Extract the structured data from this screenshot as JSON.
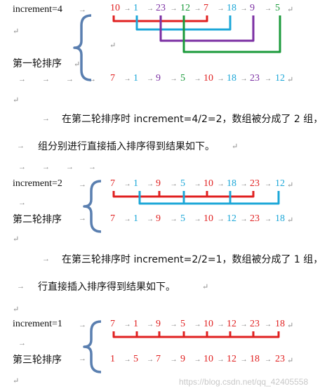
{
  "colors": {
    "red": "#e02020",
    "blue": "#1ca7d8",
    "purple": "#7b2fa3",
    "green": "#1a9a3a",
    "bracket": "#5a7fb0"
  },
  "arrow_symbol": "→",
  "return_symbol": "↵",
  "round1": {
    "increment_label": "increment=4",
    "round_label": "第一轮排序",
    "before": [
      {
        "v": "10",
        "c": "red"
      },
      {
        "v": "1",
        "c": "blue"
      },
      {
        "v": "23",
        "c": "purple"
      },
      {
        "v": "12",
        "c": "green"
      },
      {
        "v": "7",
        "c": "red"
      },
      {
        "v": "18",
        "c": "blue"
      },
      {
        "v": "9",
        "c": "purple"
      },
      {
        "v": "5",
        "c": "green"
      }
    ],
    "after": [
      {
        "v": "7",
        "c": "red"
      },
      {
        "v": "1",
        "c": "blue"
      },
      {
        "v": "9",
        "c": "purple"
      },
      {
        "v": "5",
        "c": "green"
      },
      {
        "v": "10",
        "c": "red"
      },
      {
        "v": "18",
        "c": "blue"
      },
      {
        "v": "23",
        "c": "purple"
      },
      {
        "v": "12",
        "c": "blue"
      }
    ]
  },
  "paragraph1": {
    "line1": "在第二轮排序时 increment=4/2=2，数组被分成了 2 组，",
    "line2": "组分别进行直接插入排序得到结果如下。"
  },
  "round2": {
    "increment_label": "increment=2",
    "round_label": "第二轮排序",
    "before": [
      {
        "v": "7",
        "c": "red"
      },
      {
        "v": "1",
        "c": "blue"
      },
      {
        "v": "9",
        "c": "red"
      },
      {
        "v": "5",
        "c": "blue"
      },
      {
        "v": "10",
        "c": "red"
      },
      {
        "v": "18",
        "c": "blue"
      },
      {
        "v": "23",
        "c": "red"
      },
      {
        "v": "12",
        "c": "blue"
      }
    ],
    "after": [
      {
        "v": "7",
        "c": "red"
      },
      {
        "v": "1",
        "c": "blue"
      },
      {
        "v": "9",
        "c": "red"
      },
      {
        "v": "5",
        "c": "blue"
      },
      {
        "v": "10",
        "c": "red"
      },
      {
        "v": "12",
        "c": "blue"
      },
      {
        "v": "23",
        "c": "red"
      },
      {
        "v": "18",
        "c": "blue"
      }
    ]
  },
  "paragraph2": {
    "line1": "在第三轮排序时 increment=2/2=1，数组被分成了 1 组，",
    "line2": "行直接插入排序得到结果如下。"
  },
  "round3": {
    "increment_label": "increment=1",
    "round_label": "第三轮排序",
    "before": [
      {
        "v": "7",
        "c": "red"
      },
      {
        "v": "1",
        "c": "red"
      },
      {
        "v": "9",
        "c": "red"
      },
      {
        "v": "5",
        "c": "red"
      },
      {
        "v": "10",
        "c": "red"
      },
      {
        "v": "12",
        "c": "red"
      },
      {
        "v": "23",
        "c": "red"
      },
      {
        "v": "18",
        "c": "red"
      }
    ],
    "after": [
      {
        "v": "1",
        "c": "red"
      },
      {
        "v": "5",
        "c": "red"
      },
      {
        "v": "7",
        "c": "red"
      },
      {
        "v": "9",
        "c": "red"
      },
      {
        "v": "10",
        "c": "red"
      },
      {
        "v": "12",
        "c": "red"
      },
      {
        "v": "18",
        "c": "red"
      },
      {
        "v": "23",
        "c": "red"
      }
    ]
  },
  "watermark": "https://blog.csdn.net/qq_42405558"
}
